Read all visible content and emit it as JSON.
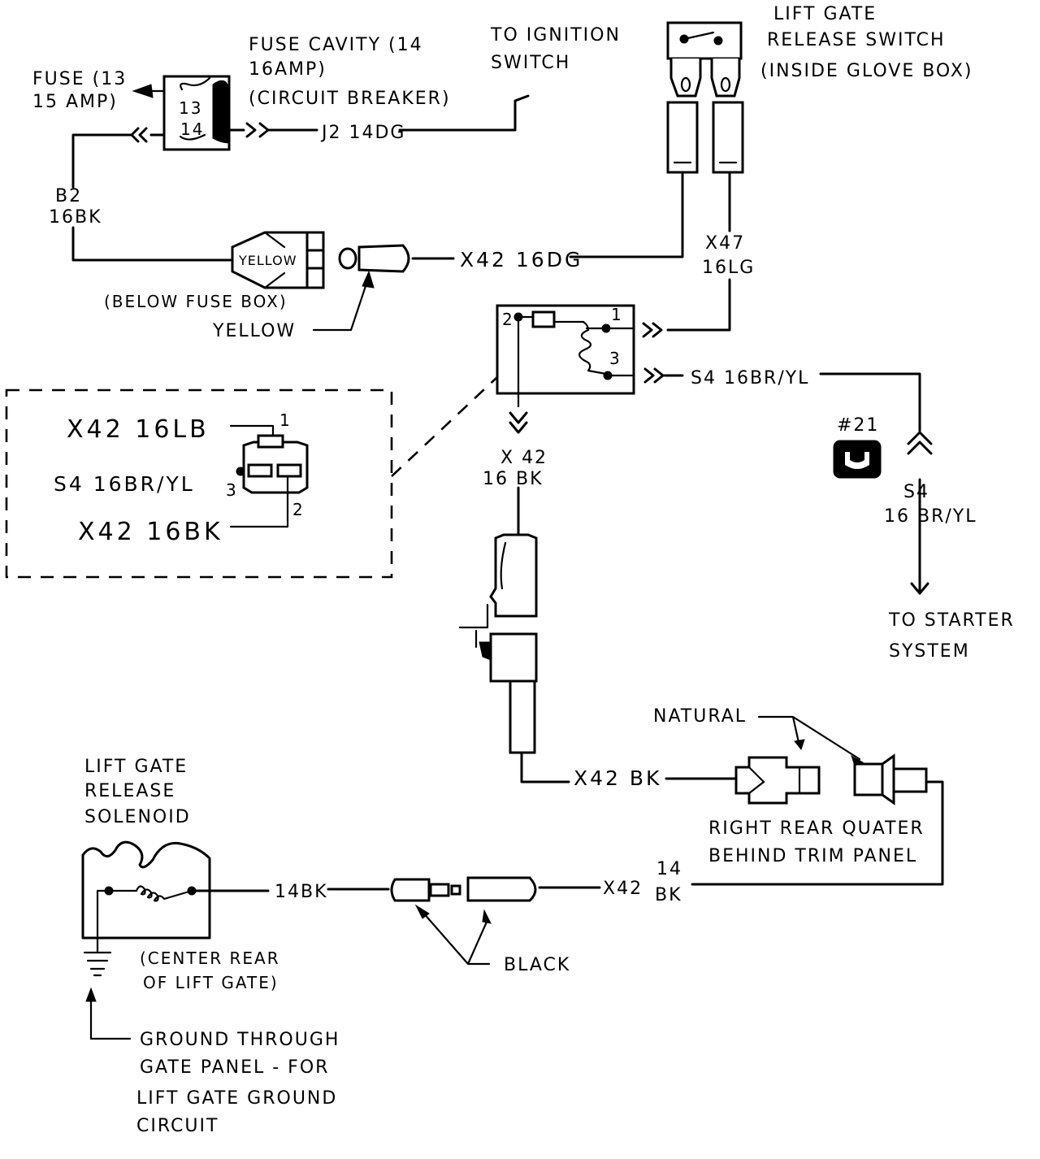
{
  "labels": {
    "fuse_13_l1": "FUSE (13",
    "fuse_13_l2": "15 AMP)",
    "fuse_cavity_l1": "FUSE CAVITY (14",
    "fuse_cavity_l2": "16AMP)",
    "fuse_cavity_l3": "(CIRCUIT BREAKER)",
    "fuse_num_13": "13",
    "fuse_num_14": "14",
    "to_ignition_l1": "TO IGNITION",
    "to_ignition_l2": "SWITCH",
    "j2_wire": "J2 14DG",
    "lift_switch_l1": "LIFT GATE",
    "lift_switch_l2": "RELEASE SWITCH",
    "lift_switch_l3": "(INSIDE GLOVE BOX)",
    "b2_l1": "B2",
    "b2_l2": "16BK",
    "yellow_conn": "YELLOW",
    "below_fuse_box": "(BELOW FUSE BOX)",
    "yellow_pointer": "YELLOW",
    "x42_16dg": "X42 16DG",
    "x47_l1": "X47",
    "x47_l2": "16LG",
    "relay_pin_1": "1",
    "relay_pin_2": "2",
    "relay_pin_3": "3",
    "s4_wire_top": "S4 16BR/YL",
    "inset_x42_lb": "X42 16LB",
    "inset_s4": "S4 16BR/YL",
    "inset_x42_bk": "X42 16BK",
    "inset_pin_1": "1",
    "inset_pin_2": "2",
    "inset_pin_3": "3",
    "x42_16bk_l1": "X 42",
    "x42_16bk_l2": "16 BK",
    "ref_21": "#21",
    "s4_right_l1": "S4",
    "s4_right_l2": "16 BR/YL",
    "to_starter_l1": "TO STARTER",
    "to_starter_l2": "SYSTEM",
    "natural": "NATURAL",
    "x42_bk": "X42 BK",
    "rr_quarter_l1": "RIGHT REAR QUATER",
    "rr_quarter_l2": "BEHIND TRIM PANEL",
    "solenoid_l1": "LIFT GATE",
    "solenoid_l2": "RELEASE",
    "solenoid_l3": "SOLENOID",
    "wire_14bk": "14BK",
    "x42_14_l1": "X42",
    "x42_14_l2": "14",
    "x42_14_l3": "BK",
    "center_rear_l1": "(CENTER REAR",
    "center_rear_l2": "OF LIFT GATE)",
    "black": "BLACK",
    "ground_l1": "GROUND THROUGH",
    "ground_l2": "GATE PANEL - FOR",
    "ground_l3": "LIFT GATE GROUND",
    "ground_l4": "CIRCUIT"
  }
}
